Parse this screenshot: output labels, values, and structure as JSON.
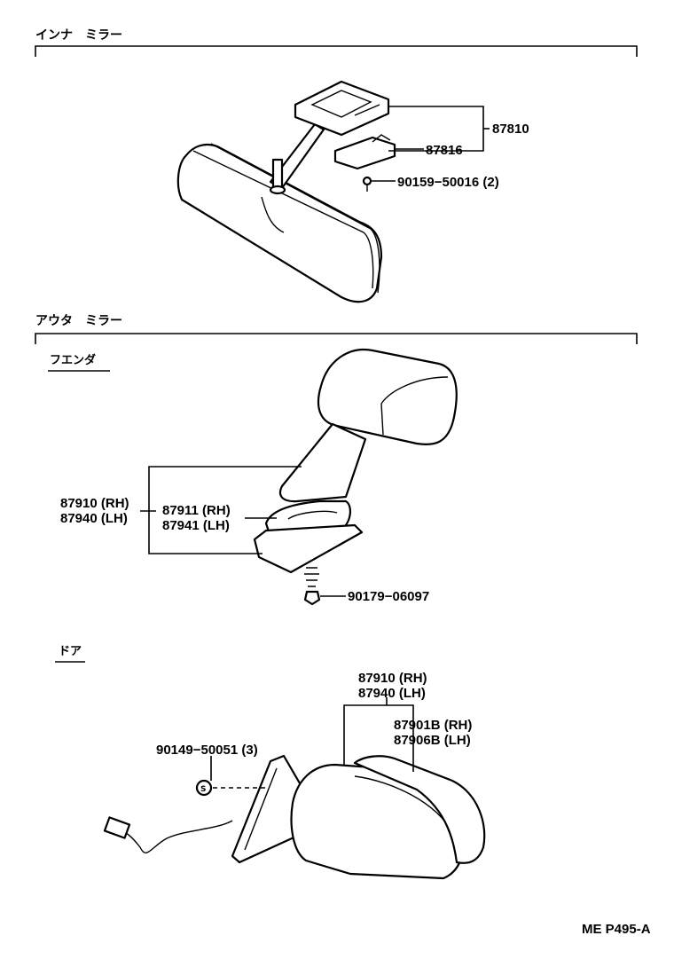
{
  "sections": {
    "inner_mirror": {
      "title": "インナ　ミラー"
    },
    "outer_mirror": {
      "title": "アウタ　ミラー"
    }
  },
  "subsections": {
    "fender": {
      "title": "フエンダ"
    },
    "door": {
      "title": "ドア"
    }
  },
  "labels": {
    "p87810": "87810",
    "p87816": "87816",
    "p90159": "90159−50016 (2)",
    "fender_87910": "87910 (RH)",
    "fender_87940": "87940 (LH)",
    "p87911": "87911 (RH)",
    "p87941": "87941 (LH)",
    "p90179": "90179−06097",
    "door_87910": "87910 (RH)",
    "door_87940": "87940 (LH)",
    "p87901B": "87901B (RH)",
    "p87906B": "87906B (LH)",
    "p90149": "90149−50051 (3)"
  },
  "footer": {
    "ref": "ME  P495-A"
  }
}
